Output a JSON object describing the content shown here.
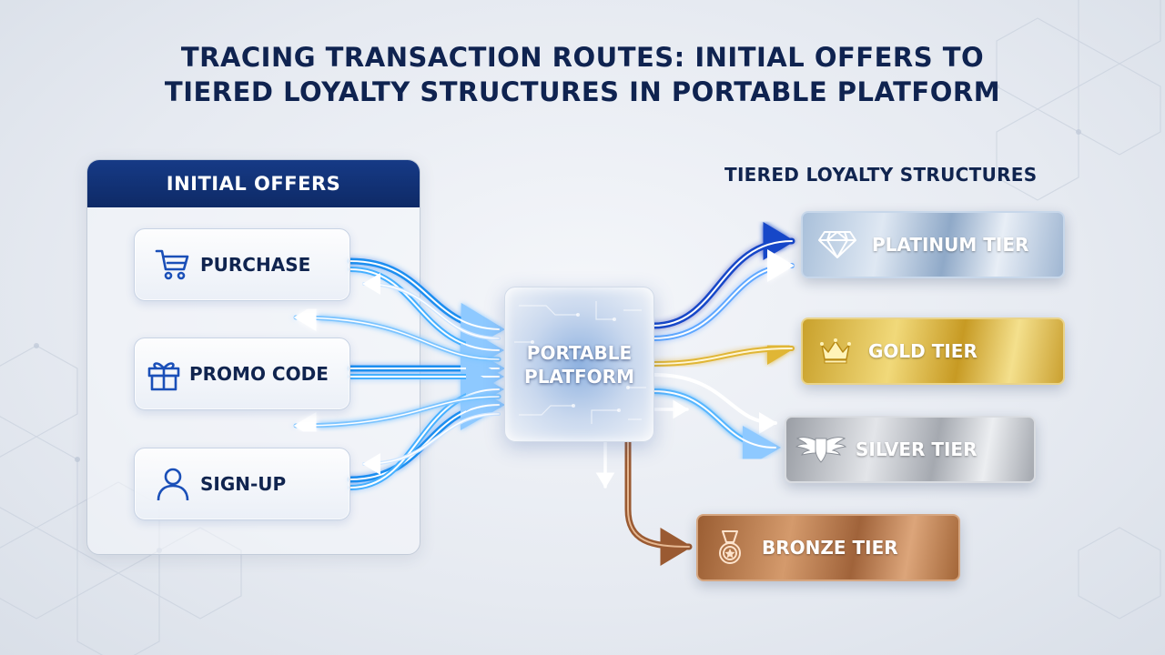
{
  "title": {
    "line1": "TRACING TRANSACTION ROUTES: INITIAL OFFERS TO",
    "line2": "TIERED LOYALTY STRUCTURES IN PORTABLE PLATFORM"
  },
  "initial_offers": {
    "heading": "INITIAL OFFERS",
    "items": [
      {
        "label": "PURCHASE",
        "icon": "shopping-cart-icon"
      },
      {
        "label": "PROMO CODE",
        "icon": "gift-icon"
      },
      {
        "label": "SIGN-UP",
        "icon": "user-icon"
      }
    ]
  },
  "hub": {
    "line1": "PORTABLE",
    "line2": "PLATFORM"
  },
  "loyalty": {
    "heading": "TIERED LOYALTY STRUCTURES",
    "tiers": [
      {
        "label": "PLATINUM TIER",
        "icon": "diamond-icon",
        "color": "#a9c0da"
      },
      {
        "label": "GOLD TIER",
        "icon": "crown-icon",
        "color": "#d8b440"
      },
      {
        "label": "SILVER TIER",
        "icon": "winged-shield-icon",
        "color": "#c4c7cc"
      },
      {
        "label": "BRONZE TIER",
        "icon": "medal-icon",
        "color": "#b9794a"
      }
    ]
  },
  "colors": {
    "navy": "#0f2350",
    "flow_blue": "#1f8ff0",
    "flow_dark_blue": "#1446c8",
    "flow_gold": "#e0b636",
    "flow_bronze": "#9a5a32"
  }
}
